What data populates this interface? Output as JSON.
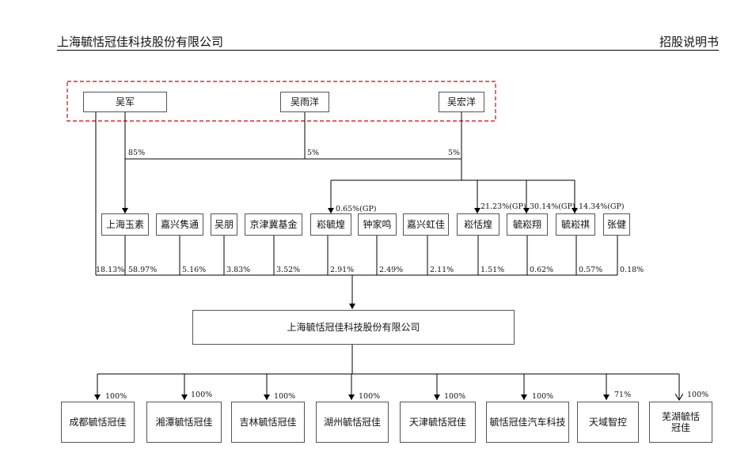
{
  "header": {
    "company": "上海毓恬冠佳科技股份有限公司",
    "doc_type": "招股说明书"
  },
  "controllers": [
    {
      "name": "吴军"
    },
    {
      "name": "吴雨洋"
    },
    {
      "name": "吴宏洋"
    }
  ],
  "controller_stakes": [
    "85%",
    "5%",
    "5%"
  ],
  "shareholders": [
    {
      "name": "上海玉素"
    },
    {
      "name": "嘉兴隽通"
    },
    {
      "name": "吴朋"
    },
    {
      "name": "京津冀基金"
    },
    {
      "name": "崧毓煌"
    },
    {
      "name": "钟家鸣"
    },
    {
      "name": "嘉兴虹佳"
    },
    {
      "name": "崧恬煌"
    },
    {
      "name": "毓崧翔"
    },
    {
      "name": "毓崧祺"
    },
    {
      "name": "张健"
    }
  ],
  "gp_stakes": [
    "0.65%(GP)",
    "21.23%(GP)",
    "30.14%(GP)",
    "14.34%(GP)"
  ],
  "company_stakes": {
    "direct_wujun": "18.13%",
    "shareholders": [
      "58.97%",
      "5.16%",
      "3.83%",
      "3.52%",
      "2.91%",
      "2.49%",
      "2.11%",
      "1.51%",
      "0.62%",
      "0.57%",
      "0.18%"
    ]
  },
  "company": {
    "name": "上海毓恬冠佳科技股份有限公司"
  },
  "subsidiaries": [
    {
      "name": "成都毓恬冠佳",
      "stake": "100%"
    },
    {
      "name": "湘潭毓恬冠佳",
      "stake": "100%"
    },
    {
      "name": "吉林毓恬冠佳",
      "stake": "100%"
    },
    {
      "name": "湖州毓恬冠佳",
      "stake": "100%"
    },
    {
      "name": "天津毓恬冠佳",
      "stake": "100%"
    },
    {
      "name": "毓恬冠佳汽车科技",
      "stake": "100%"
    },
    {
      "name": "天域智控",
      "stake": "71%"
    },
    {
      "name": "芜湖毓恬冠佳",
      "stake": "100%"
    }
  ],
  "colors": {
    "control_group_border": "#e0282e",
    "line": "#000000",
    "box_border": "#555555"
  }
}
